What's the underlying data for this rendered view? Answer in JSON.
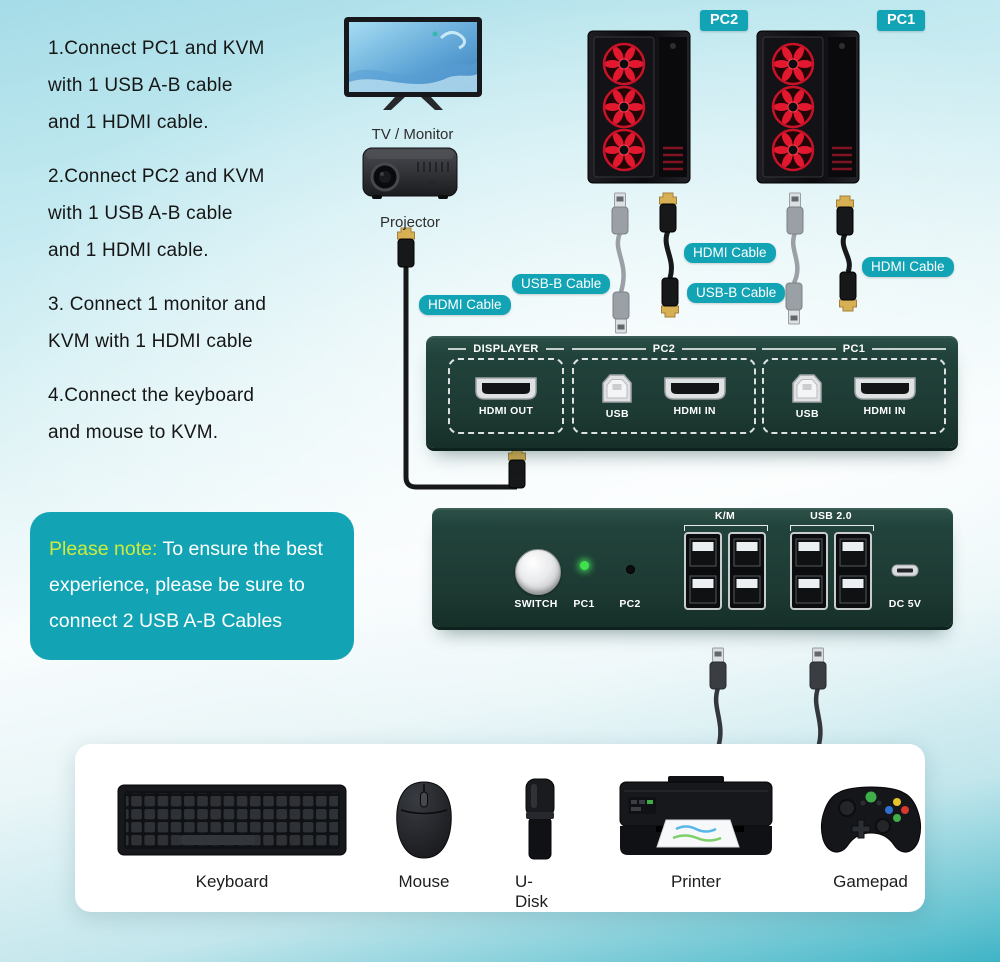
{
  "instructions": {
    "steps": [
      "1.Connect PC1 and KVM\nwith 1 USB A-B cable\nand 1 HDMI cable.",
      "2.Connect PC2 and KVM\nwith 1 USB A-B cable\nand 1 HDMI cable.",
      "3. Connect 1 monitor and\nKVM with 1 HDMI cable",
      "4.Connect the keyboard\nand mouse to KVM."
    ]
  },
  "note": {
    "highlight": "Please note:",
    "body": " To ensure the best experience, please be sure to connect 2 USB A-B Cables"
  },
  "displays": {
    "tv_label": "TV / Monitor",
    "projector_label": "Projector"
  },
  "pc_labels": {
    "pc2": "PC2",
    "pc1": "PC1"
  },
  "cable_labels": {
    "hdmi_projector": "HDMI Cable",
    "usb_pc2": "USB-B Cable",
    "hdmi_pc2": "HDMI Cable",
    "usb_pc1": "USB-B Cable",
    "hdmi_pc1": "HDMI Cable"
  },
  "kvm_rear": {
    "groups": [
      {
        "title": "DISPLAYER",
        "ports": [
          {
            "label": "HDMI OUT"
          }
        ]
      },
      {
        "title": "PC2",
        "ports": [
          {
            "label": "USB"
          },
          {
            "label": "HDMI IN"
          }
        ]
      },
      {
        "title": "PC1",
        "ports": [
          {
            "label": "USB"
          },
          {
            "label": "HDMI IN"
          }
        ]
      }
    ]
  },
  "kvm_front": {
    "switch_label": "SWITCH",
    "pc1_label": "PC1",
    "pc2_label": "PC2",
    "km_label": "K/M",
    "usb2_label": "USB 2.0",
    "dc_label": "DC 5V"
  },
  "peripherals": [
    {
      "label": "Keyboard"
    },
    {
      "label": "Mouse"
    },
    {
      "label": "U-Disk"
    },
    {
      "label": "Printer"
    },
    {
      "label": "Gamepad"
    }
  ],
  "colors": {
    "accent_teal": "#12a4b5",
    "note_highlight": "#cdeb3c",
    "kvm_body": "#1d3a33",
    "fan_red": "#d11430"
  }
}
